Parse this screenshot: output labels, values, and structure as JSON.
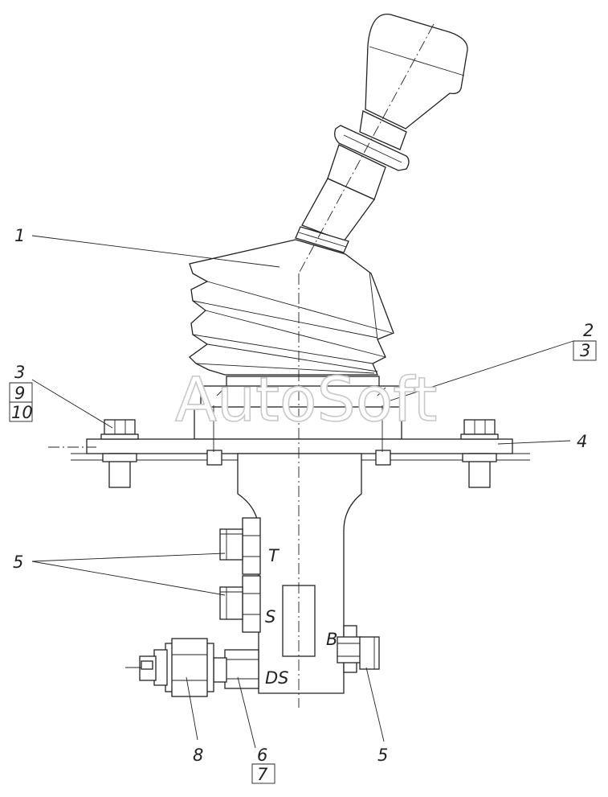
{
  "watermark": "AutoSoft",
  "callouts": {
    "c1": "1",
    "c2": "2",
    "c2b": "3",
    "c3a": "3",
    "c3b": "9",
    "c3c": "10",
    "c4": "4",
    "c5left": "5",
    "c5right": "5",
    "c6": "6",
    "c7": "7",
    "c8": "8"
  },
  "ports": {
    "t": "T",
    "s": "S",
    "b": "B",
    "ds": "DS"
  }
}
